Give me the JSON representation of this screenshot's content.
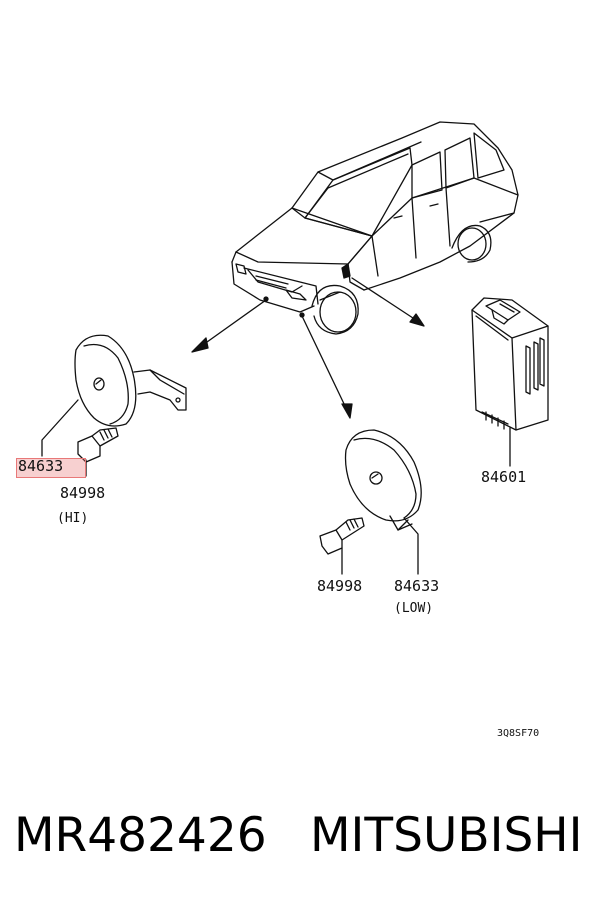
{
  "diagram": {
    "labels": {
      "hi_horn_part": "84633",
      "hi_bolt_part": "84998",
      "hi_note": "(HI)",
      "low_bolt_part": "84998",
      "low_horn_part": "84633",
      "low_note": "(LOW)",
      "relay_part": "84601",
      "drawing_code": "3Q8SF70"
    },
    "highlight_color": "#e87878"
  },
  "footer": {
    "part_number": "MR482426",
    "brand": "MITSUBISHI"
  }
}
